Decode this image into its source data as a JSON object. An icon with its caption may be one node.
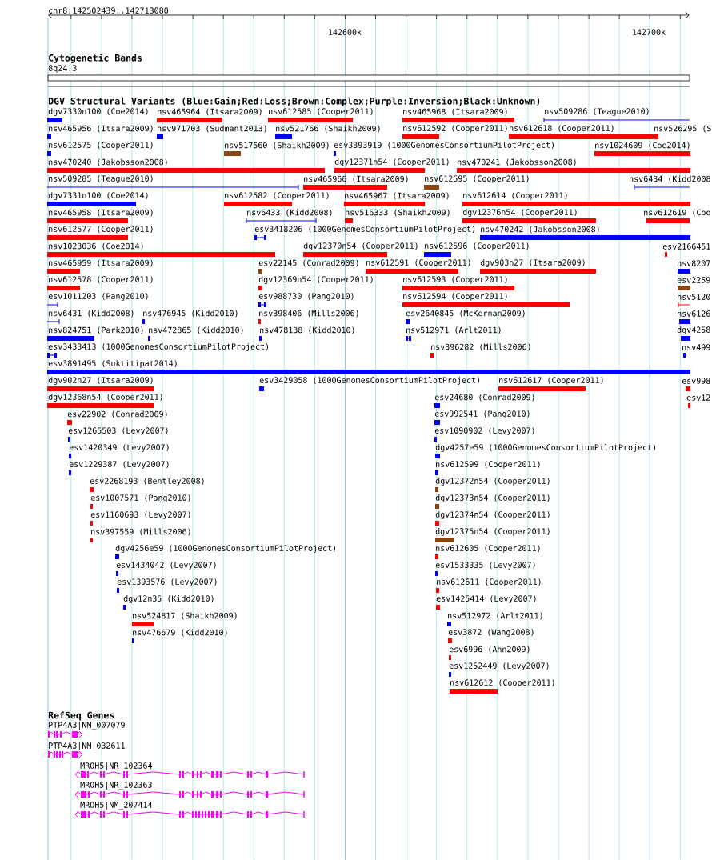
{
  "diagram": {
    "nodes": [
      {
        "text": [
          "8q24.3"
        ]
      },
      {
        "text": [
          "dgv7330n100 (Coe2014)"
        ]
      },
      {
        "text": [
          "nsv465964 (Itsara2009)"
        ]
      },
      {
        "text": [
          "nsv612585 (Cooper2011)"
        ]
      },
      {
        "text": [
          "nsv465968 (Itsara2009)"
        ]
      },
      {
        "text": [
          "nsv509286 (Teague2010)"
        ]
      },
      {
        "text": [
          "nsv465956 (Itsara2009)"
        ]
      },
      {
        "text": [
          "nsv971703 (Sudmant2013)"
        ]
      },
      {
        "text": [
          "nsv521766 (Shaikh2009)"
        ]
      },
      {
        "text": [
          "nsv612592 (Cooper2011)"
        ]
      },
      {
        "text": [
          "nsv612618 (Cooper2011)"
        ]
      },
      {
        "text": [
          "nsv526295 (S"
        ]
      },
      {
        "text": [
          "nsv612575 (Cooper2011)"
        ]
      },
      {
        "text": [
          "nsv517560 (Shaikh2009)"
        ]
      },
      {
        "text": [
          "esv3393919 (1000GenomesConsortiumPilotProject)"
        ]
      },
      {
        "text": [
          "nsv1024609 (Coe2014)"
        ]
      },
      {
        "text": [
          "nsv470240 (Jakobsson2008)"
        ]
      },
      {
        "text": [
          "dgv12371n54 (Cooper2011)"
        ]
      },
      {
        "text": [
          "nsv470241 (Jakobsson2008)"
        ]
      },
      {
        "text": [
          "nsv509285 (Teague2010)"
        ]
      },
      {
        "text": [
          "nsv465966 (Itsara2009)"
        ]
      },
      {
        "text": [
          "nsv612595 (Cooper2011)"
        ]
      },
      {
        "text": [
          "nsv6434 (Kidd2008"
        ]
      },
      {
        "text": [
          "dgv7331n100 (Coe2014)"
        ]
      },
      {
        "text": [
          "nsv612582 (Cooper2011)"
        ]
      },
      {
        "text": [
          "nsv465967 (Itsara2009)"
        ]
      },
      {
        "text": [
          "nsv612614 (Cooper2011)"
        ]
      },
      {
        "text": [
          "nsv465958 (Itsara2009)"
        ]
      },
      {
        "text": [
          "nsv6433 (Kidd2008)"
        ]
      },
      {
        "text": [
          "nsv516333 (Shaikh2009)"
        ]
      },
      {
        "text": [
          "dgv12376n54 (Cooper2011)"
        ]
      },
      {
        "text": [
          "nsv612619 (Coo"
        ]
      },
      {
        "text": [
          "nsv612577 (Cooper2011)"
        ]
      },
      {
        "text": [
          "esv3418206 (1000GenomesConsortiumPilotProject)"
        ]
      },
      {
        "text": [
          "nsv470242 (Jakobsson2008)"
        ]
      },
      {
        "text": [
          "nsv1023036 (Coe2014)"
        ]
      },
      {
        "text": [
          "dgv12370n54 (Cooper2011)"
        ]
      },
      {
        "text": [
          "nsv612596 (Cooper2011)"
        ]
      },
      {
        "text": [
          "esv2166451"
        ]
      },
      {
        "text": [
          "nsv465959 (Itsara2009)"
        ]
      },
      {
        "text": [
          "esv22145 (Conrad2009)"
        ]
      },
      {
        "text": [
          "nsv612591 (Cooper2011)"
        ]
      },
      {
        "text": [
          "dgv903n27 (Itsara2009)"
        ]
      },
      {
        "text": [
          "nsv8207"
        ]
      },
      {
        "text": [
          "nsv612578 (Cooper2011)"
        ]
      },
      {
        "text": [
          "dgv12369n54 (Cooper2011)"
        ]
      },
      {
        "text": [
          "nsv612593 (Cooper2011)"
        ]
      },
      {
        "text": [
          "esv2259"
        ]
      },
      {
        "text": [
          "esv1011203 (Pang2010)"
        ]
      },
      {
        "text": [
          "esv988730 (Pang2010)"
        ]
      },
      {
        "text": [
          "nsv612594 (Cooper2011)"
        ]
      },
      {
        "text": [
          "nsv5120"
        ]
      },
      {
        "text": [
          "nsv6431 (Kidd2008)"
        ]
      },
      {
        "text": [
          "nsv476945 (Kidd2010)"
        ]
      },
      {
        "text": [
          "nsv398406 (Mills2006)"
        ]
      },
      {
        "text": [
          "esv2640845 (McKernan2009)"
        ]
      },
      {
        "text": [
          "nsv6126"
        ]
      },
      {
        "text": [
          "nsv824751 (Park2010)"
        ]
      },
      {
        "text": [
          "nsv472865 (Kidd2010)"
        ]
      },
      {
        "text": [
          "nsv478138 (Kidd2010)"
        ]
      },
      {
        "text": [
          "nsv512971 (Arlt2011)"
        ]
      },
      {
        "text": [
          "dgv4258"
        ]
      },
      {
        "text": [
          "esv3433413 (1000GenomesConsortiumPilotProject)"
        ]
      },
      {
        "text": [
          "nsv396282 (Mills2006)"
        ]
      },
      {
        "text": [
          "nsv499"
        ]
      },
      {
        "text": [
          "esv3891495 (Suktitipat2014)"
        ]
      },
      {
        "text": [
          "dgv902n27 (Itsara2009)"
        ]
      },
      {
        "text": [
          "esv3429058 (1000GenomesConsortiumPilotProject)"
        ]
      },
      {
        "text": [
          "nsv612617 (Cooper2011)"
        ]
      },
      {
        "text": [
          "esv998"
        ]
      },
      {
        "text": [
          "dgv12368n54 (Cooper2011)"
        ]
      },
      {
        "text": [
          "esv24680 (Conrad2009)"
        ]
      },
      {
        "text": [
          "esv12"
        ]
      },
      {
        "text": [
          "esv22902 (Conrad2009)"
        ]
      },
      {
        "text": [
          "esv992541 (Pang2010)"
        ]
      },
      {
        "text": [
          "esv1265503 (Levy2007)"
        ]
      },
      {
        "text": [
          "esv1090902 (Levy2007)"
        ]
      },
      {
        "text": [
          "esv1420349 (Levy2007)"
        ]
      },
      {
        "text": [
          "dgv4257e59 (1000GenomesConsortiumPilotProject)"
        ]
      },
      {
        "text": [
          "esv1229387 (Levy2007)"
        ]
      },
      {
        "text": [
          "nsv612599 (Cooper2011)"
        ]
      },
      {
        "text": [
          "esv2268193 (Bentley2008)"
        ]
      },
      {
        "text": [
          "dgv12372n54 (Cooper2011)"
        ]
      },
      {
        "text": [
          "esv1007571 (Pang2010)"
        ]
      },
      {
        "text": [
          "dgv12373n54 (Cooper2011)"
        ]
      },
      {
        "text": [
          "esv1160693 (Levy2007)"
        ]
      },
      {
        "text": [
          "dgv12374n54 (Cooper2011)"
        ]
      },
      {
        "text": [
          "nsv397559 (Mills2006)"
        ]
      },
      {
        "text": [
          "dgv12375n54 (Cooper2011)"
        ]
      },
      {
        "text": [
          "dgv4256e59 (1000GenomesConsortiumPilotProject)"
        ]
      },
      {
        "text": [
          "nsv612605 (Cooper2011)"
        ]
      },
      {
        "text": [
          "esv1434042 (Levy2007)"
        ]
      },
      {
        "text": [
          "esv1533335 (Levy2007)"
        ]
      },
      {
        "text": [
          "esv1393576 (Levy2007)"
        ]
      },
      {
        "text": [
          "nsv612611 (Cooper2011)"
        ]
      },
      {
        "text": [
          "dgv12n35 (Kidd2010)"
        ]
      },
      {
        "text": [
          "esv1425414 (Levy2007)"
        ]
      },
      {
        "text": [
          "nsv524817 (Shaikh2009)"
        ]
      },
      {
        "text": [
          "nsv512972 (Arlt2011)"
        ]
      },
      {
        "text": [
          "nsv476679 (Kidd2010)"
        ]
      },
      {
        "text": [
          "esv3872 (Wang2008)"
        ]
      },
      {
        "text": [
          "esv6996 (Ahn2009)"
        ]
      },
      {
        "text": [
          "esv1252449 (Levy2007)"
        ]
      },
      {
        "text": [
          "nsv612612 (Cooper2011)"
        ]
      },
      {
        "text": [
          "PTP4A3|NM_007079"
        ]
      },
      {
        "text": [
          "PTP4A3|NM_032611"
        ]
      },
      {
        "text": [
          "MROH5|NR_102364"
        ]
      },
      {
        "text": [
          "MROH5|NR_102363"
        ]
      },
      {
        "text": [
          "MROH5|NM_207414"
        ]
      }
    ],
    "labels": [
      "chr8:142502439..142713080",
      "142600k",
      "142700k",
      "Cytogenetic Bands",
      "DGV Structural Variants (Blue:Gain;Red:Loss;Brown:Complex;Purple:Inversion;Black:Unknown)",
      "RefSeq Genes"
    ]
  }
}
